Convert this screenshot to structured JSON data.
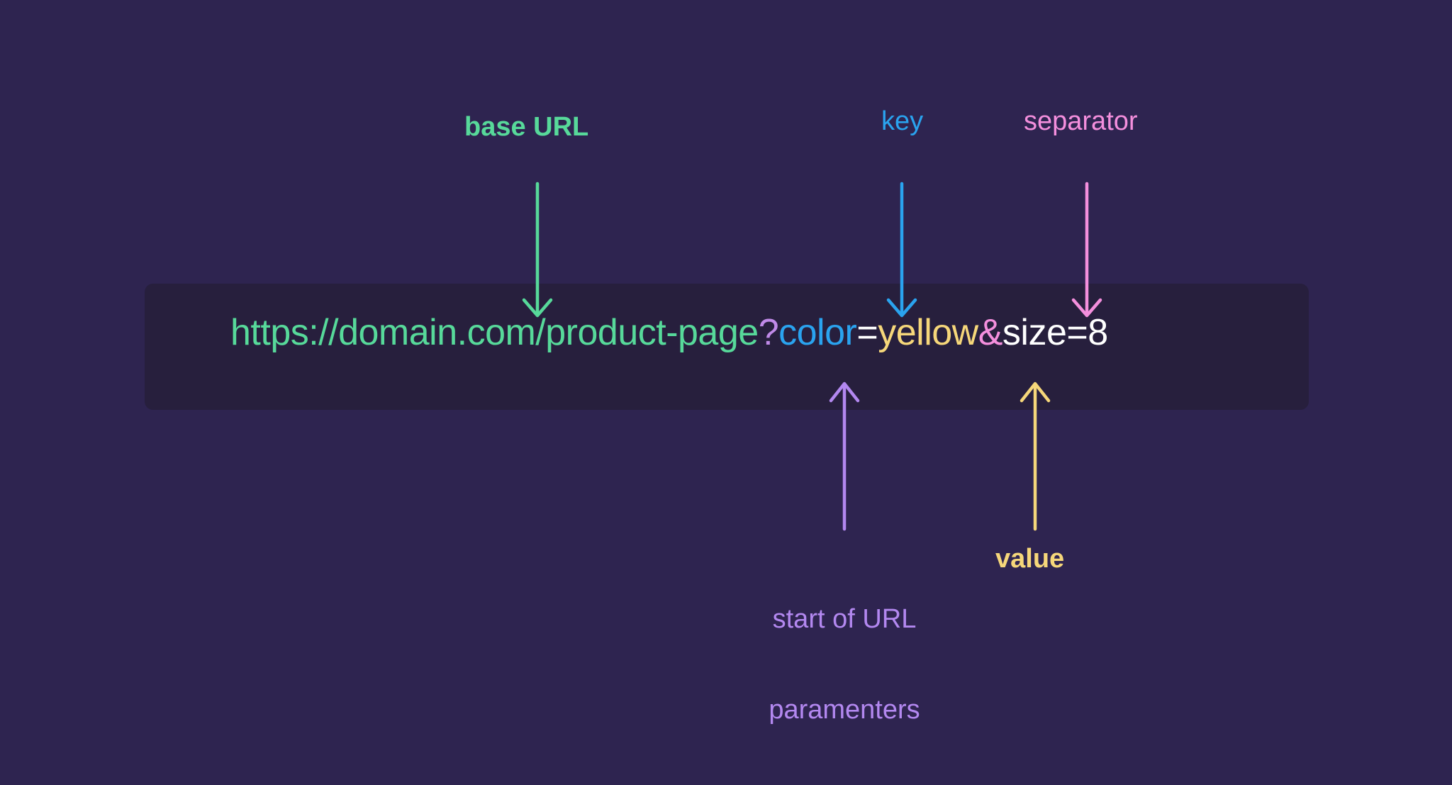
{
  "canvas": {
    "background_color": "#2e2450",
    "bar_background_color": "#271f3d"
  },
  "url_bar": {
    "segments": [
      {
        "name": "base-url",
        "text": "https://domain.com/product-page",
        "color": "#57d99a"
      },
      {
        "name": "question-mark",
        "text": "?",
        "color": "#c08ae8"
      },
      {
        "name": "param-key",
        "text": "color",
        "color": "#2aa3ef"
      },
      {
        "name": "equals-sign",
        "text": "=",
        "color": "#ffffff"
      },
      {
        "name": "param-value",
        "text": "yellow",
        "color": "#f6d77a"
      },
      {
        "name": "ampersand",
        "text": "&",
        "color": "#f48fdd"
      },
      {
        "name": "remaining-params",
        "text": "size=8",
        "color": "#ffffff"
      }
    ],
    "full_url": "https://domain.com/product-page?color=yellow&size=8"
  },
  "annotations": [
    {
      "id": "base-url",
      "label": "base URL",
      "color": "#57d99a",
      "bold": true,
      "position": "above"
    },
    {
      "id": "key",
      "label": "key",
      "color": "#2aa3ef",
      "bold": false,
      "position": "above"
    },
    {
      "id": "separator",
      "label": "separator",
      "color": "#f48fdd",
      "bold": false,
      "position": "above"
    },
    {
      "id": "start-of-params",
      "label": "start of URL\nparamenters",
      "color": "#b388f0",
      "bold": false,
      "position": "below"
    },
    {
      "id": "value",
      "label": "value",
      "color": "#f6d77a",
      "bold": true,
      "position": "below"
    }
  ],
  "labels": {
    "base_url": "base URL",
    "key": "key",
    "separator": "separator",
    "start_of_params_line1": "start of URL",
    "start_of_params_line2": "paramenters",
    "value": "value"
  }
}
